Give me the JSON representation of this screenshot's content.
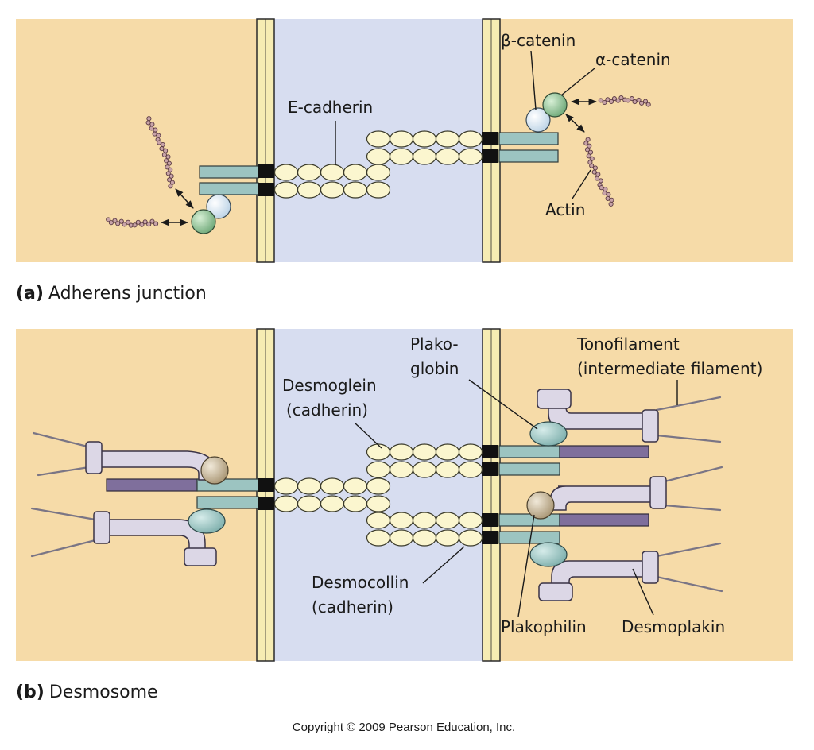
{
  "panel_a": {
    "caption_letter": "(a)",
    "caption_text": "Adherens junction",
    "labels": {
      "e_cadherin": "E-cadherin",
      "beta_catenin": "β-catenin",
      "alpha_catenin": "α-catenin",
      "actin": "Actin"
    }
  },
  "panel_b": {
    "caption_letter": "(b)",
    "caption_text": "Desmosome",
    "labels": {
      "plakoglobin_1": "Plako-",
      "plakoglobin_2": "globin",
      "tonofilament_1": "Tonofilament",
      "tonofilament_2": "(intermediate filament)",
      "desmoglein_1": "Desmoglein",
      "desmoglein_2": "(cadherin)",
      "desmocollin_1": "Desmocollin",
      "desmocollin_2": "(cadherin)",
      "plakophilin": "Plakophilin",
      "desmoplakin": "Desmoplakin"
    }
  },
  "copyright": "Copyright © 2009 Pearson Education, Inc.",
  "colors": {
    "cytoplasm": "#f6dba8",
    "intercellular_space": "#d7ddf0",
    "membrane": "#f6ecb3",
    "cadherin_domain": "#fbf6cf",
    "teal_bar": "#9cc4c1",
    "purple_bar": "#7f6f9c",
    "desmoplakin": "#dcd7e6",
    "beta_catenin": "#e3eef6",
    "alpha_catenin": "#9ccaa0",
    "plakoglobin": "#9fc3c0",
    "plakophilin": "#cdbfa6",
    "actin": "#6b4a52"
  }
}
